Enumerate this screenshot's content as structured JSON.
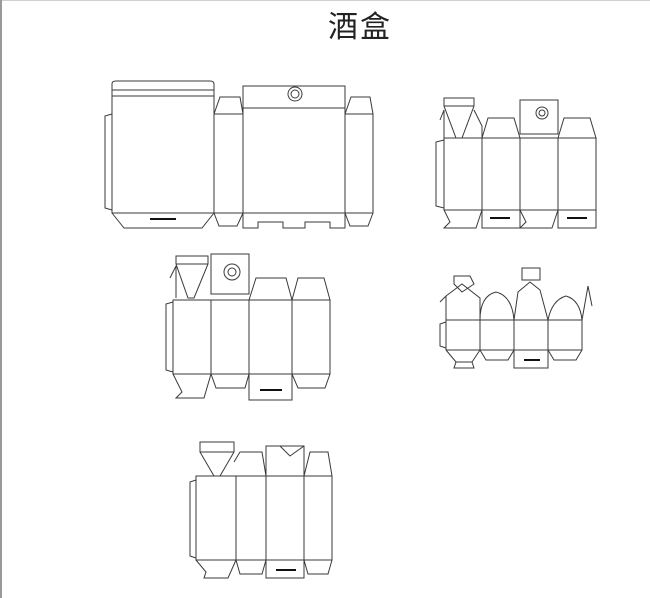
{
  "title": "酒盒",
  "diagram": {
    "subject": "box-dielines",
    "dieline_count": 5,
    "line_color": "#3a3a3a",
    "background": "#ffffff"
  }
}
